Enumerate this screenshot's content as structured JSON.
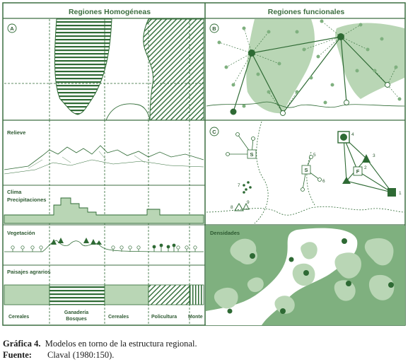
{
  "headers": {
    "left": "Regiones Homogéneas",
    "right": "Regiones funcionales"
  },
  "panel_letters": {
    "a": "A",
    "b": "B",
    "c": "C"
  },
  "sections": {
    "relieve": "Relieve",
    "clima_line1": "Clima",
    "clima_line2": "Precipitaciones",
    "vegetacion": "Vegetación",
    "paisajes": "Paisajes agrarios",
    "densidades": "Densidades"
  },
  "bottom_labels": {
    "cereales_1": "Cereales",
    "ganaderia_line1": "Ganadería",
    "ganaderia_line2": "Bosques",
    "cereales_2": "Cereales",
    "policultura": "Policultura",
    "monte": "Monte"
  },
  "panel_c": {
    "box_s1": "S",
    "box_s2": "S",
    "box_f": "F",
    "n1": "1",
    "n2": "2",
    "n3": "3",
    "n4": "4",
    "n5": "5",
    "n6": "6",
    "n7": "7",
    "n8": "8",
    "n9": "9"
  },
  "caption": {
    "title_key": "Gráfica 4.",
    "title_text": "Modelos en torno de la estructura regional.",
    "source_key": "Fuente:",
    "source_text": "Claval (1980:150)."
  },
  "colors": {
    "dark_green": "#2e6a34",
    "mid_green": "#7fb07f",
    "light_green": "#b9d6b5",
    "frame": "#3c6e40"
  }
}
